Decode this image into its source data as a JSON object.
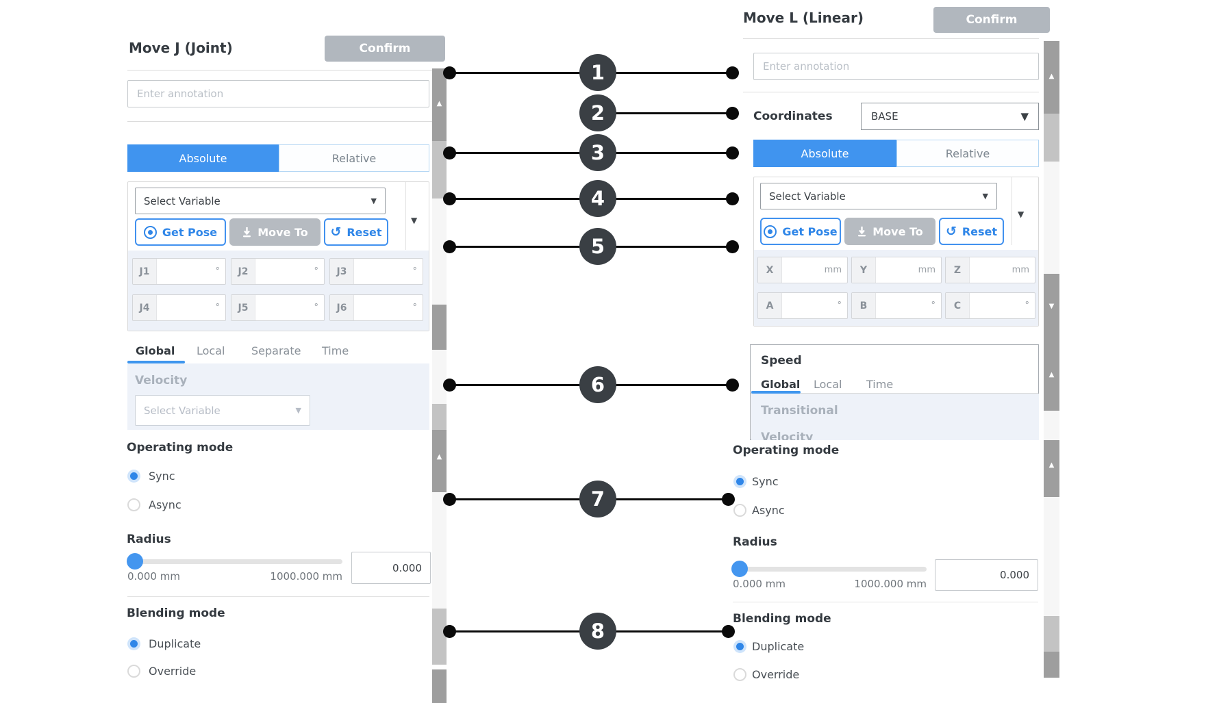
{
  "colors": {
    "accent_blue": "#4094ef",
    "radio_blue": "#2f86e8",
    "confirm_gray": "#b1b7be",
    "callout_dark": "#3a3f44",
    "soft_panel": "#eef2f9"
  },
  "left_panel": {
    "title": "Move J (Joint)",
    "confirm_label": "Confirm",
    "annotation_placeholder": "Enter annotation",
    "tabs": {
      "absolute": "Absolute",
      "relative": "Relative"
    },
    "pose": {
      "select_variable": "Select Variable",
      "get_pose": "Get Pose",
      "move_to": "Move To",
      "reset": "Reset",
      "joints": [
        {
          "label": "J1",
          "unit": "°"
        },
        {
          "label": "J2",
          "unit": "°"
        },
        {
          "label": "J3",
          "unit": "°"
        },
        {
          "label": "J4",
          "unit": "°"
        },
        {
          "label": "J5",
          "unit": "°"
        },
        {
          "label": "J6",
          "unit": "°"
        }
      ]
    },
    "speed_tabs": [
      "Global",
      "Local",
      "Separate",
      "Time"
    ],
    "velocity": {
      "label": "Velocity",
      "select_variable": "Select Variable"
    },
    "operating_mode": {
      "heading": "Operating mode",
      "sync": "Sync",
      "async": "Async",
      "selected": "Sync"
    },
    "radius": {
      "heading": "Radius",
      "min": "0.000 mm",
      "max": "1000.000 mm",
      "value": "0.000"
    },
    "blending": {
      "heading": "Blending mode",
      "duplicate": "Duplicate",
      "override": "Override",
      "selected": "Duplicate"
    }
  },
  "right_panel": {
    "title": "Move L (Linear)",
    "confirm_label": "Confirm",
    "annotation_placeholder": "Enter annotation",
    "coordinates": {
      "label": "Coordinates",
      "value": "BASE"
    },
    "tabs": {
      "absolute": "Absolute",
      "relative": "Relative"
    },
    "pose": {
      "select_variable": "Select Variable",
      "get_pose": "Get Pose",
      "move_to": "Move To",
      "reset": "Reset",
      "fields": [
        {
          "label": "X",
          "unit": "mm"
        },
        {
          "label": "Y",
          "unit": "mm"
        },
        {
          "label": "Z",
          "unit": "mm"
        },
        {
          "label": "A",
          "unit": "°"
        },
        {
          "label": "B",
          "unit": "°"
        },
        {
          "label": "C",
          "unit": "°"
        }
      ]
    },
    "speed": {
      "heading": "Speed",
      "tabs": [
        "Global",
        "Local",
        "Time"
      ],
      "transitional": "Transitional",
      "clipped_label": "Velocity"
    },
    "operating_mode": {
      "heading": "Operating mode",
      "sync": "Sync",
      "async": "Async",
      "selected": "Sync"
    },
    "radius": {
      "heading": "Radius",
      "min": "0.000 mm",
      "max": "1000.000 mm",
      "value": "0.000"
    },
    "blending": {
      "heading": "Blending mode",
      "duplicate": "Duplicate",
      "override": "Override",
      "selected": "Duplicate"
    }
  },
  "callouts": [
    {
      "num": "1"
    },
    {
      "num": "2"
    },
    {
      "num": "3"
    },
    {
      "num": "4"
    },
    {
      "num": "5"
    },
    {
      "num": "6"
    },
    {
      "num": "7"
    },
    {
      "num": "8"
    }
  ]
}
